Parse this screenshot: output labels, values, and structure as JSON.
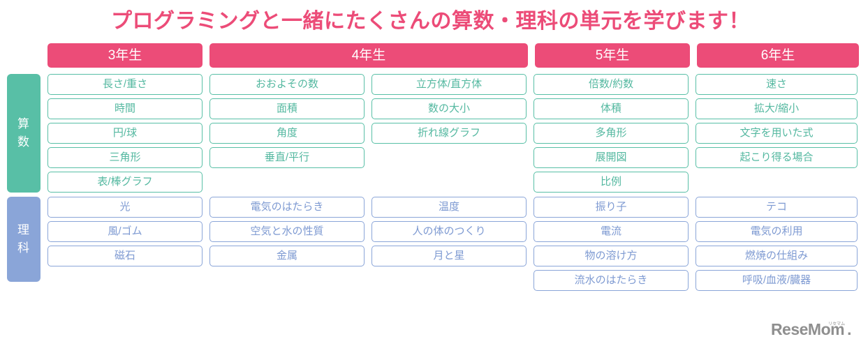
{
  "title": "プログラミングと一緒にたくさんの算数・理科の単元を学びます！",
  "colors": {
    "accent_pink": "#EC4C78",
    "math_green": "#58BFA6",
    "science_blue": "#8AA5D8",
    "logo_gray": "#8f8f8f"
  },
  "grades": [
    {
      "label": "3年生"
    },
    {
      "label": "4年生"
    },
    {
      "label": "5年生"
    },
    {
      "label": "6年生"
    }
  ],
  "subjects": [
    {
      "key": "math",
      "label_chars": [
        "算",
        "数"
      ],
      "columns": [
        {
          "grade": "3年生",
          "units": [
            "長さ/重さ",
            "時間",
            "円/球",
            "三角形",
            "表/棒グラフ"
          ]
        },
        {
          "grade": "4年生",
          "units": [
            "おおよその数",
            "面積",
            "角度",
            "垂直/平行"
          ]
        },
        {
          "grade": "4年生",
          "units": [
            "立方体/直方体",
            "数の大小",
            "折れ線グラフ"
          ]
        },
        {
          "grade": "5年生",
          "units": [
            "倍数/約数",
            "体積",
            "多角形",
            "展開図",
            "比例"
          ]
        },
        {
          "grade": "6年生",
          "units": [
            "速さ",
            "拡大/縮小",
            "文字を用いた式",
            "起こり得る場合"
          ]
        }
      ]
    },
    {
      "key": "science",
      "label_chars": [
        "理",
        "科"
      ],
      "columns": [
        {
          "grade": "3年生",
          "units": [
            "光",
            "風/ゴム",
            "磁石"
          ]
        },
        {
          "grade": "4年生",
          "units": [
            "電気のはたらき",
            "空気と水の性質",
            "金属"
          ]
        },
        {
          "grade": "4年生",
          "units": [
            "温度",
            "人の体のつくり",
            "月と星"
          ]
        },
        {
          "grade": "5年生",
          "units": [
            "振り子",
            "電流",
            "物の溶け方",
            "流水のはたらき"
          ]
        },
        {
          "grade": "6年生",
          "units": [
            "テコ",
            "電気の利用",
            "燃焼の仕組み",
            "呼吸/血液/臓器"
          ]
        }
      ]
    }
  ],
  "logo": {
    "text": "ReseMom",
    "ruby": "リセマム",
    "dot": "."
  }
}
